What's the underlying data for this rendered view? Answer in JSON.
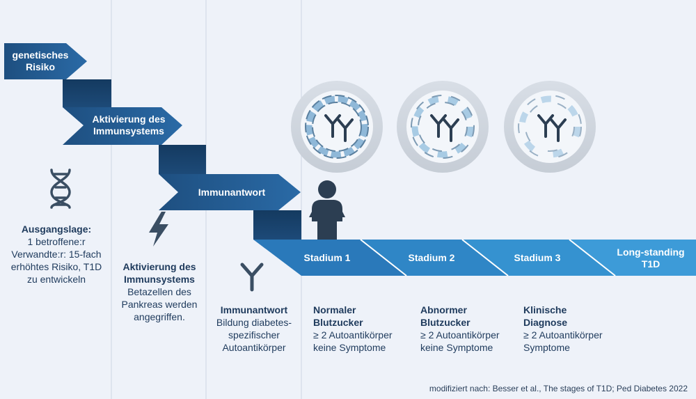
{
  "steps": [
    {
      "label_line1": "genetisches",
      "label_line2": "Risiko"
    },
    {
      "label_line1": "Aktivierung des",
      "label_line2": "Immunsystems"
    },
    {
      "label_line1": "Immunantwort",
      "label_line2": ""
    }
  ],
  "columns": [
    {
      "icon": "dna-icon",
      "title": "Ausgangslage:",
      "lines": [
        "1 betroffene:r",
        "Verwandte:r: 15-fach",
        "erhöhtes Risiko, T1D",
        "zu entwickeln"
      ]
    },
    {
      "icon": "lightning-icon",
      "title_line1": "Aktivierung des",
      "title_line2": "Immunsystems",
      "lines": [
        "Betazellen des",
        "Pankreas werden",
        "angegriffen."
      ]
    },
    {
      "icon": "antibody-icon",
      "title": "Immunantwort",
      "lines": [
        "Bildung diabetes-",
        "spezifischer",
        "Autoantikörper"
      ]
    }
  ],
  "stages": [
    {
      "label": "Stadium 1",
      "title_line1": "Normaler",
      "title_line2": "Blutzucker",
      "lines": [
        "≥ 2 Autoantikörper",
        "keine Symptome"
      ]
    },
    {
      "label": "Stadium 2",
      "title_line1": "Abnormer",
      "title_line2": "Blutzucker",
      "lines": [
        "≥ 2 Autoantikörper",
        "keine Symptome"
      ]
    },
    {
      "label": "Stadium 3",
      "title_line1": "Klinische",
      "title_line2": "Diagnose",
      "lines": [
        "≥ 2 Autoantikörper",
        "Symptome"
      ]
    },
    {
      "label_line1": "Long-standing",
      "label_line2": "T1D"
    }
  ],
  "footnote": "modifiziert nach: Besser et al., The stages of T1D; Ped Diabetes 2022",
  "icons": [
    "dna-icon",
    "lightning-icon",
    "antibody-icon",
    "person-icon",
    "beta-cell-circle-icon"
  ],
  "colors": {
    "background": "#eef2f9",
    "dark_blue": "#1f4e7d",
    "step_blue": "#235a8f",
    "step_shadow": "#163d63",
    "stage_blue": "#2f86c6",
    "text": "#1e3a5c",
    "divider": "#c9d3e0"
  }
}
